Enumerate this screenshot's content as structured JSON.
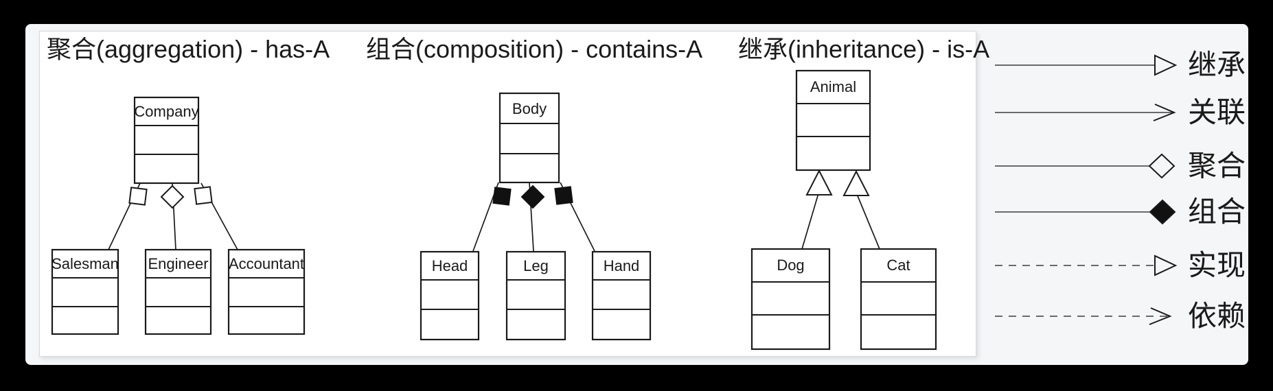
{
  "panels": {
    "aggregation": {
      "title": "聚合(aggregation) - has-A",
      "relation_kind": "aggregation",
      "parent": "Company",
      "children": [
        "Salesman",
        "Engineer",
        "Accountant"
      ],
      "connector": "hollow-diamond"
    },
    "composition": {
      "title": "组合(composition) - contains-A",
      "relation_kind": "composition",
      "parent": "Body",
      "children": [
        "Head",
        "Leg",
        "Hand"
      ],
      "connector": "filled-diamond"
    },
    "inheritance": {
      "title": "继承(inheritance) - is-A",
      "relation_kind": "inheritance",
      "parent": "Animal",
      "children": [
        "Dog",
        "Cat"
      ],
      "connector": "hollow-triangle"
    }
  },
  "legend": {
    "items": [
      {
        "label": "继承",
        "line": "solid",
        "marker": "hollow-triangle"
      },
      {
        "label": "关联",
        "line": "solid",
        "marker": "open-arrow"
      },
      {
        "label": "聚合",
        "line": "solid",
        "marker": "hollow-diamond"
      },
      {
        "label": "组合",
        "line": "solid",
        "marker": "filled-diamond"
      },
      {
        "label": "实现",
        "line": "dashed",
        "marker": "hollow-triangle"
      },
      {
        "label": "依赖",
        "line": "dashed",
        "marker": "open-arrow"
      }
    ]
  },
  "colors": {
    "background": "#000000",
    "outer_panel": "#f5f6f8",
    "sheet": "#ffffff",
    "stroke": "#1a1a1a"
  }
}
